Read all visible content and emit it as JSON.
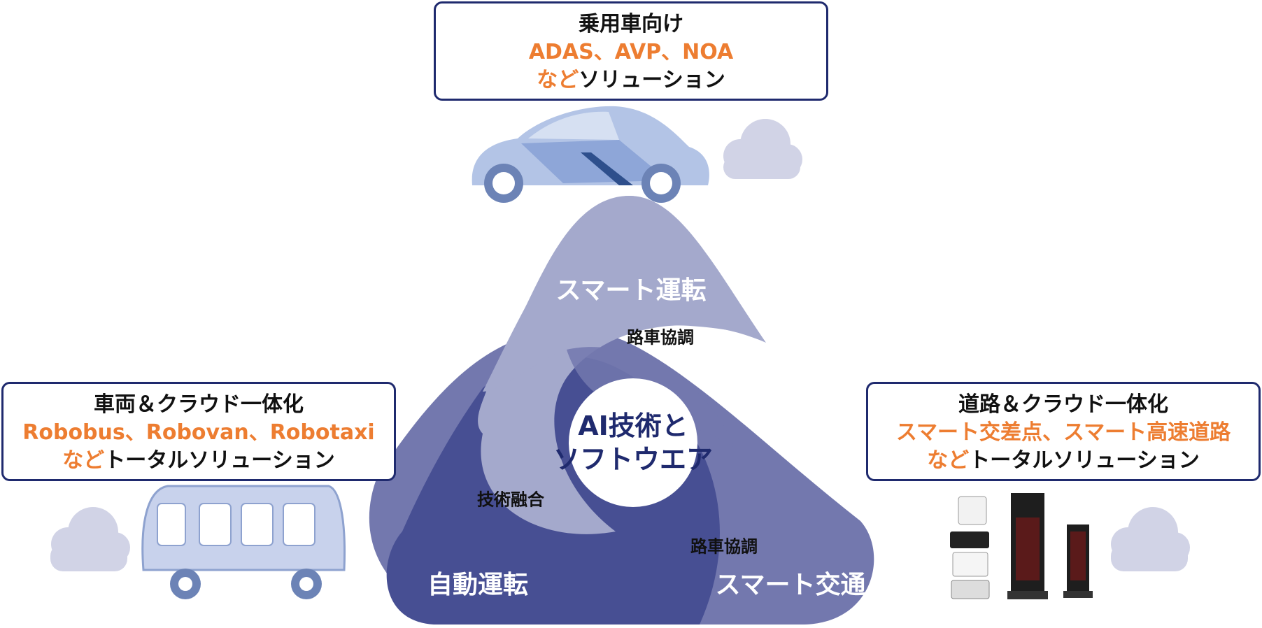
{
  "callouts": {
    "top": {
      "line1": "乗用車向け",
      "line2": "ADAS、AVP、NOA",
      "line3_orange": "など",
      "line3_dark": "ソリューション"
    },
    "left": {
      "line1": "車両＆クラウド一体化",
      "line2": "Robobus、Robovan、Robotaxi",
      "line3_orange": "など",
      "line3_dark": "トータルソリューション"
    },
    "right": {
      "line1": "道路＆クラウド一体化",
      "line2": "スマート交差点、スマート高速道路",
      "line3_orange": "など",
      "line3_dark": "トータルソリューション"
    }
  },
  "diagram": {
    "center_line1": "AI技術と",
    "center_line2": "ソフトウエア",
    "smart_driving": "スマート運転",
    "autonomous_driving": "自動運転",
    "smart_traffic": "スマート交通",
    "v2x_top": "路車協調",
    "v2x_bottom": "路車協調",
    "tech_fusion": "技術融合"
  },
  "colors": {
    "navy": "#1f2a6e",
    "orange": "#ed7d31",
    "lobe_light": "#a4a9cc",
    "lobe_mid": "#7378ae",
    "lobe_dark": "#474f93",
    "cloud": "#d1d3e6"
  }
}
